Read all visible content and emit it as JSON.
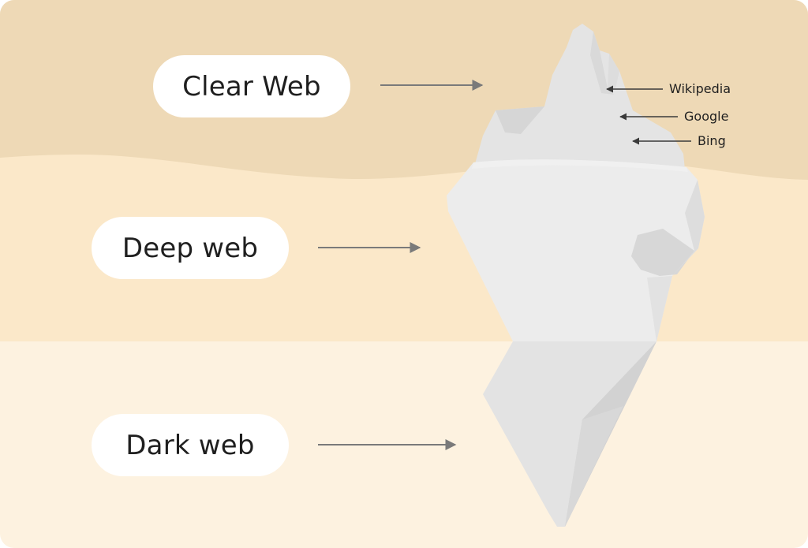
{
  "layers": [
    {
      "id": "clear",
      "label": "Clear Web"
    },
    {
      "id": "deep",
      "label": "Deep web"
    },
    {
      "id": "dark",
      "label": "Dark web"
    }
  ],
  "clear_web_examples": [
    "Wikipedia",
    "Google",
    "Bing"
  ],
  "colors": {
    "clear_band": "#EED9B6",
    "deep_band": "#FBE8C9",
    "dark_band": "#FDF2E0",
    "iceberg_light": "#ECECEC",
    "iceberg_mid": "#E0E0E0",
    "iceberg_shadow": "#D2D2D2",
    "arrow": "#7A7A7A",
    "pill": "#FFFFFF",
    "text": "#1F1F1F"
  }
}
